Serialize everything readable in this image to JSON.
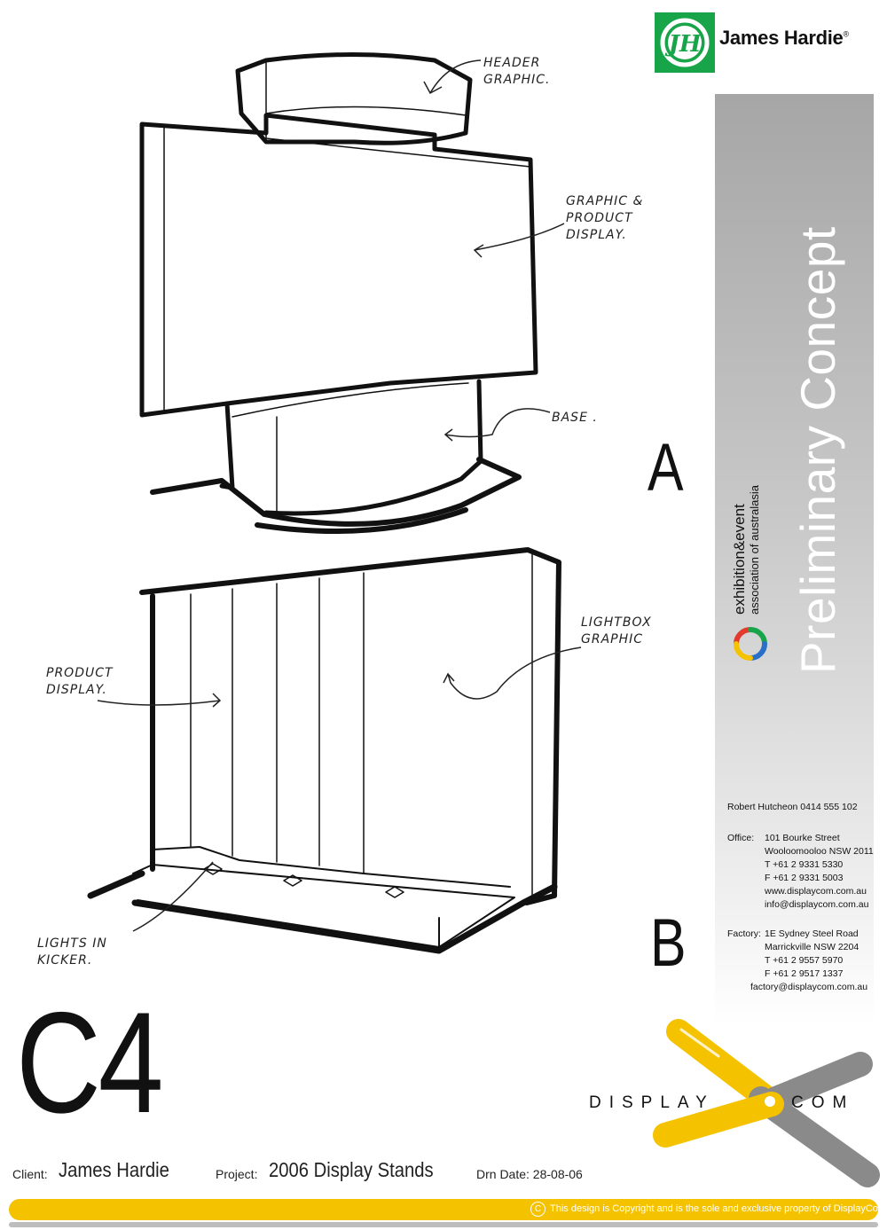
{
  "header": {
    "logo_mark": "JH",
    "brand": "James Hardie",
    "registered": "®"
  },
  "sidebar": {
    "title": "Preliminary Concept",
    "association": {
      "line1": "exhibition&event",
      "line2": "association of australasia",
      "icon": "eeaa-logo-icon"
    },
    "contact": {
      "person": "Robert Hutcheon 0414 555 102",
      "office_label": "Office:",
      "office_lines": [
        "101 Bourke Street",
        "Wooloomooloo NSW 2011",
        "T +61 2 9331 5330",
        "F +61 2 9331 5003",
        "www.displaycom.com.au",
        "info@displaycom.com.au"
      ],
      "factory_label": "Factory:",
      "factory_lines": [
        "1E Sydney Steel Road",
        "Marrickville NSW 2204",
        "T +61 2 9557 5970",
        "F +61 2 9517 1337",
        "factory@displaycom.com.au"
      ]
    }
  },
  "sketches": {
    "concept_a": {
      "letter": "A",
      "notes": [
        "HEADER\nGRAPHIC.",
        "GRAPHIC &\nPRODUCT\nDISPLAY.",
        "BASE ."
      ]
    },
    "concept_b": {
      "letter": "B",
      "notes": [
        "PRODUCT\nDISPLAY.",
        "LIGHTBOX\nGRAPHIC",
        "LIGHTS IN\nKICKER."
      ]
    }
  },
  "drawing_code": "C4",
  "company_logo": {
    "left_word": "DISPLAY",
    "right_word": "COM",
    "colors": {
      "yellow": "#f5c200",
      "grey": "#8a8a8a"
    }
  },
  "footer": {
    "client_label": "Client:",
    "client": "James Hardie",
    "project_label": "Project:",
    "project": "2006 Display Stands",
    "date": "Drn Date: 28-08-06",
    "copyright_symbol": "C",
    "copyright": "This design is Copyright and is the sole and exclusive property of DisplayCom"
  },
  "colors": {
    "brand_green": "#18a54a",
    "accent_yellow": "#f5c200",
    "panel_grey": "#a6a6a6"
  }
}
